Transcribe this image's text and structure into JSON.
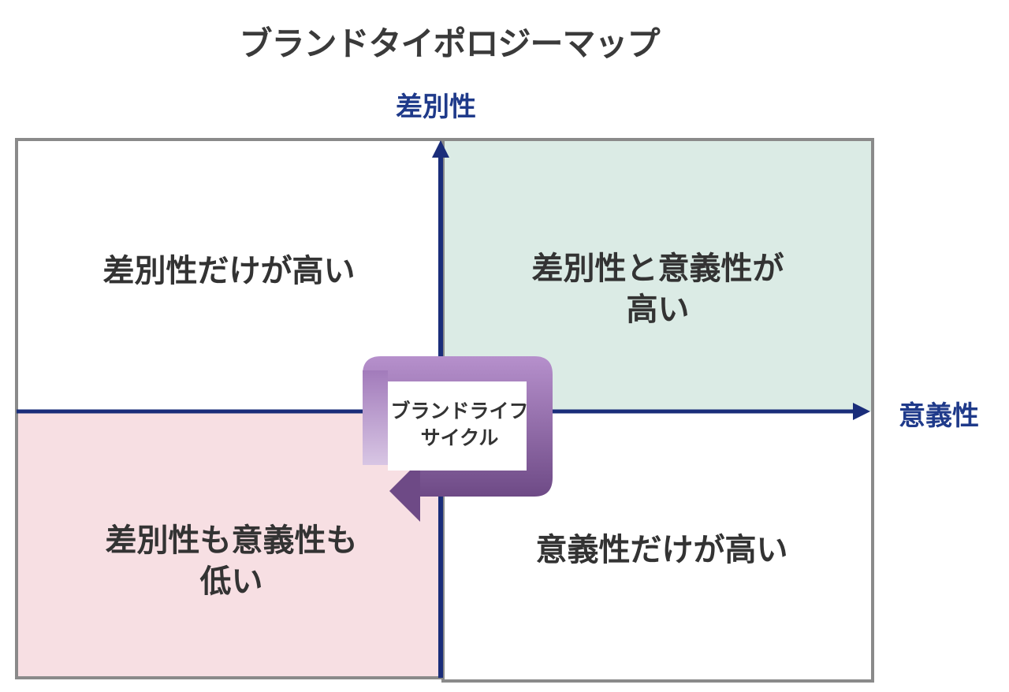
{
  "title": "ブランドタイポロジーマップ",
  "axes": {
    "y_label": "差別性",
    "x_label": "意義性"
  },
  "quadrants": {
    "top_left": {
      "text": "差別性だけが高い",
      "color": "#ffffff"
    },
    "top_right": {
      "text": "差別性と意義性が\n高い",
      "color": "#dbebe5"
    },
    "bottom_left": {
      "text": "差別性も意義性も\n低い",
      "color": "#f7dfe3"
    },
    "bottom_right": {
      "text": "意義性だけが高い",
      "color": "#ffffff"
    }
  },
  "cycle": {
    "line1": "ブランドライフ",
    "line2": "サイクル",
    "color_light": "#b690cc",
    "color_dark": "#6e4a86"
  },
  "colors": {
    "axis": "#1a2d7a",
    "border": "#8a8a8a",
    "text": "#333333",
    "axis_label": "#1f3a8a"
  }
}
